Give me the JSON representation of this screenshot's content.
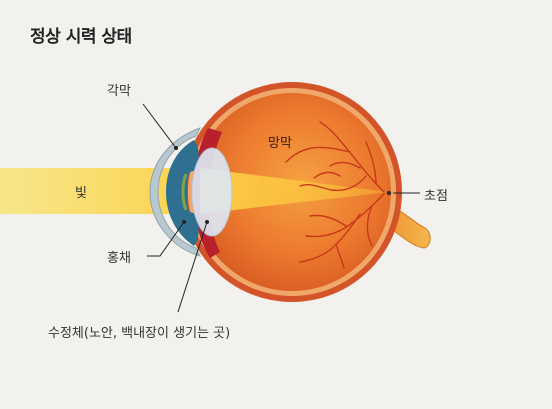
{
  "title": "정상 시력 상태",
  "labels": {
    "cornea": "각막",
    "retina": "망막",
    "light": "빛",
    "focus": "초점",
    "iris": "홍채",
    "lens": "수정체(노안, 백내장이 생기는 곳)"
  },
  "colors": {
    "background": "#f3f1ed",
    "light_beam": "#f8e68a",
    "eyeball": "#e8672a",
    "eyeball_outline": "#c94a1c",
    "cornea": "#b9c8cf",
    "iris": "#2f6f8f",
    "lens": "#dfe7f2",
    "optic_nerve": "#f2a23a",
    "vessels": "#c23a1a"
  }
}
